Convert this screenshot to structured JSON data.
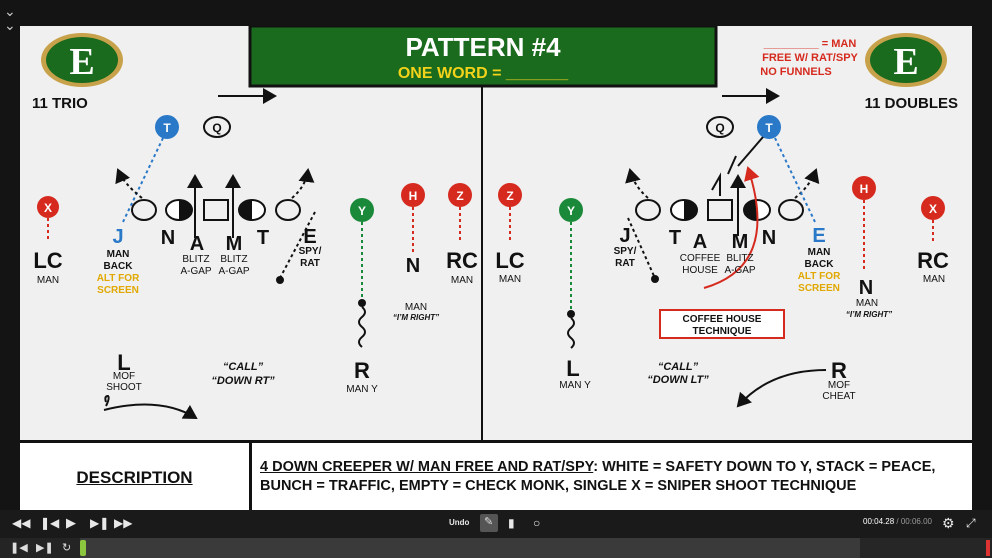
{
  "app": {
    "menu_icon": "chevron-double-down-icon"
  },
  "slide": {
    "title": "PATTERN #4",
    "subtitle": "ONE WORD = _______",
    "left_formation": "11 TRIO",
    "right_formation": "11 DOUBLES",
    "logo_letter": "E",
    "top_right_note": [
      "_________ = MAN",
      "FREE W/ RAT/SPY",
      "NO FUNNELS"
    ],
    "left": {
      "lc": "LC",
      "lc_sub": "MAN",
      "j": "J",
      "j_sub": [
        "MAN",
        "BACK"
      ],
      "j_alt": [
        "ALT FOR",
        "SCREEN"
      ],
      "n": "N",
      "a": "A",
      "m": "M",
      "t": "T",
      "e": "E",
      "a_sub": [
        "BLITZ",
        "A-GAP"
      ],
      "m_sub": [
        "BLITZ",
        "A-GAP"
      ],
      "e_sub": [
        "SPY/",
        "RAT"
      ],
      "n2": "N",
      "n2_sub": [
        "MAN",
        "“I’M RIGHT”"
      ],
      "rc": "RC",
      "rc_sub": "MAN",
      "r": "R",
      "r_sub": "MAN Y",
      "l": "L",
      "l_sub": [
        "MOF",
        "SHOOT"
      ],
      "call": [
        "“CALL”",
        "“DOWN RT”"
      ],
      "circles": {
        "x": "X",
        "t": "T",
        "q": "Q",
        "y": "Y",
        "h": "H",
        "z": "Z"
      }
    },
    "right": {
      "lc": "LC",
      "lc_sub": "MAN",
      "j": "J",
      "j_sub": [
        "SPY/",
        "RAT"
      ],
      "t": "T",
      "a": "A",
      "m": "M",
      "n": "N",
      "e": "E",
      "a_sub": [
        "COFFEE",
        "HOUSE"
      ],
      "m_sub": [
        "BLITZ",
        "A-GAP"
      ],
      "e_sub": [
        "MAN",
        "BACK"
      ],
      "e_alt": [
        "ALT FOR",
        "SCREEN"
      ],
      "n2": "N",
      "n2_sub": [
        "MAN",
        "“I’M RIGHT”"
      ],
      "rc": "RC",
      "rc_sub": "MAN",
      "l": "L",
      "l_sub": "MAN Y",
      "r": "R",
      "r_sub": [
        "MOF",
        "CHEAT"
      ],
      "call": [
        "“CALL”",
        "“DOWN LT”"
      ],
      "coffee_box": [
        "COFFEE HOUSE",
        "TECHNIQUE"
      ],
      "circles": {
        "z": "Z",
        "y": "Y",
        "q": "Q",
        "t": "T",
        "h": "H",
        "x": "X"
      }
    },
    "description_label": "DESCRIPTION",
    "description_lead": "4 DOWN CREEPER W/ MAN FREE AND RAT/SPY",
    "description_rest": ": WHITE = SAFETY DOWN TO Y, STACK = PEACE, BUNCH = TRAFFIC, EMPTY = CHECK MONK, SINGLE X = SNIPER SHOOT TECHNIQUE"
  },
  "colors": {
    "green": "#1a6b1d",
    "red": "#d62a1e",
    "blue": "#2a78c8",
    "gold": "#e0a800",
    "logo_gold": "#c8a24a"
  },
  "player": {
    "undo_label": "Undo",
    "time_current": "00:04.28",
    "time_total": "00:06.00",
    "icons": [
      "skip-back-icon",
      "step-back-icon",
      "play-icon",
      "step-forward-icon",
      "skip-forward-icon",
      "pen-icon",
      "comment-icon",
      "circle-icon",
      "gear-icon",
      "fullscreen-icon"
    ]
  }
}
